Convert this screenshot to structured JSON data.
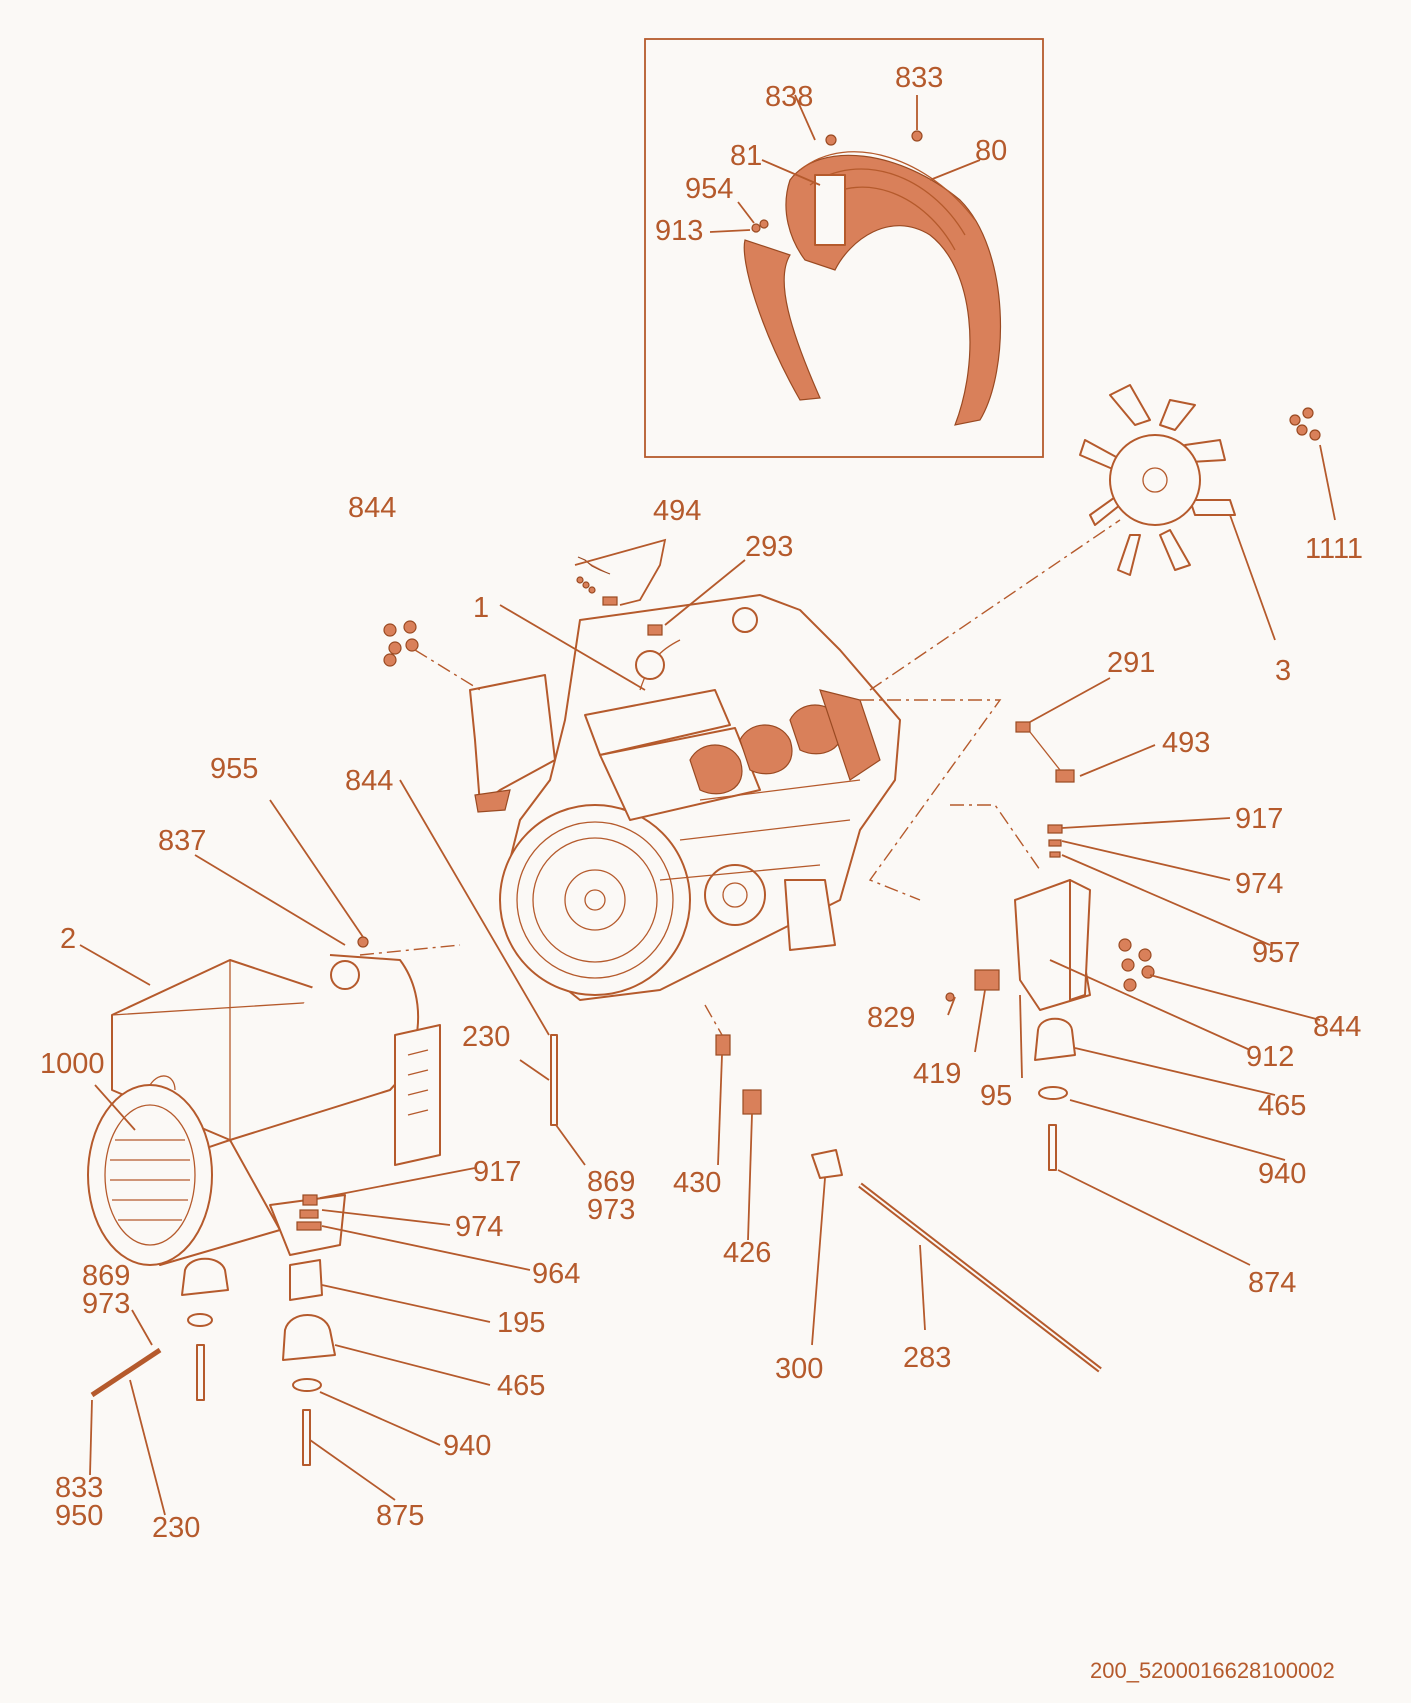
{
  "diagram": {
    "reference": "200_5200016628100002",
    "callouts": {
      "c838": "838",
      "c833_top": "833",
      "c81": "81",
      "c80": "80",
      "c954": "954",
      "c913": "913",
      "c844_top": "844",
      "c494": "494",
      "c293": "293",
      "c1": "1",
      "c1111": "1111",
      "c3": "3",
      "c291": "291",
      "c493": "493",
      "c955": "955",
      "c844_mid": "844",
      "c837": "837",
      "c917_r": "917",
      "c974_r": "974",
      "c957": "957",
      "c2": "2",
      "c844_r": "844",
      "c829": "829",
      "c912": "912",
      "c230_mid": "230",
      "c1000": "1000",
      "c419": "419",
      "c95": "95",
      "c465_r": "465",
      "c869_mid": "869",
      "c973_mid": "973",
      "c430": "430",
      "c940_r": "940",
      "c917_l": "917",
      "c974_l": "974",
      "c426": "426",
      "c964": "964",
      "c874": "874",
      "c869_l": "869",
      "c973_l": "973",
      "c195": "195",
      "c300": "300",
      "c283": "283",
      "c465_l": "465",
      "c940_l": "940",
      "c833_l": "833",
      "c950": "950",
      "c230_l": "230",
      "c875": "875"
    }
  }
}
